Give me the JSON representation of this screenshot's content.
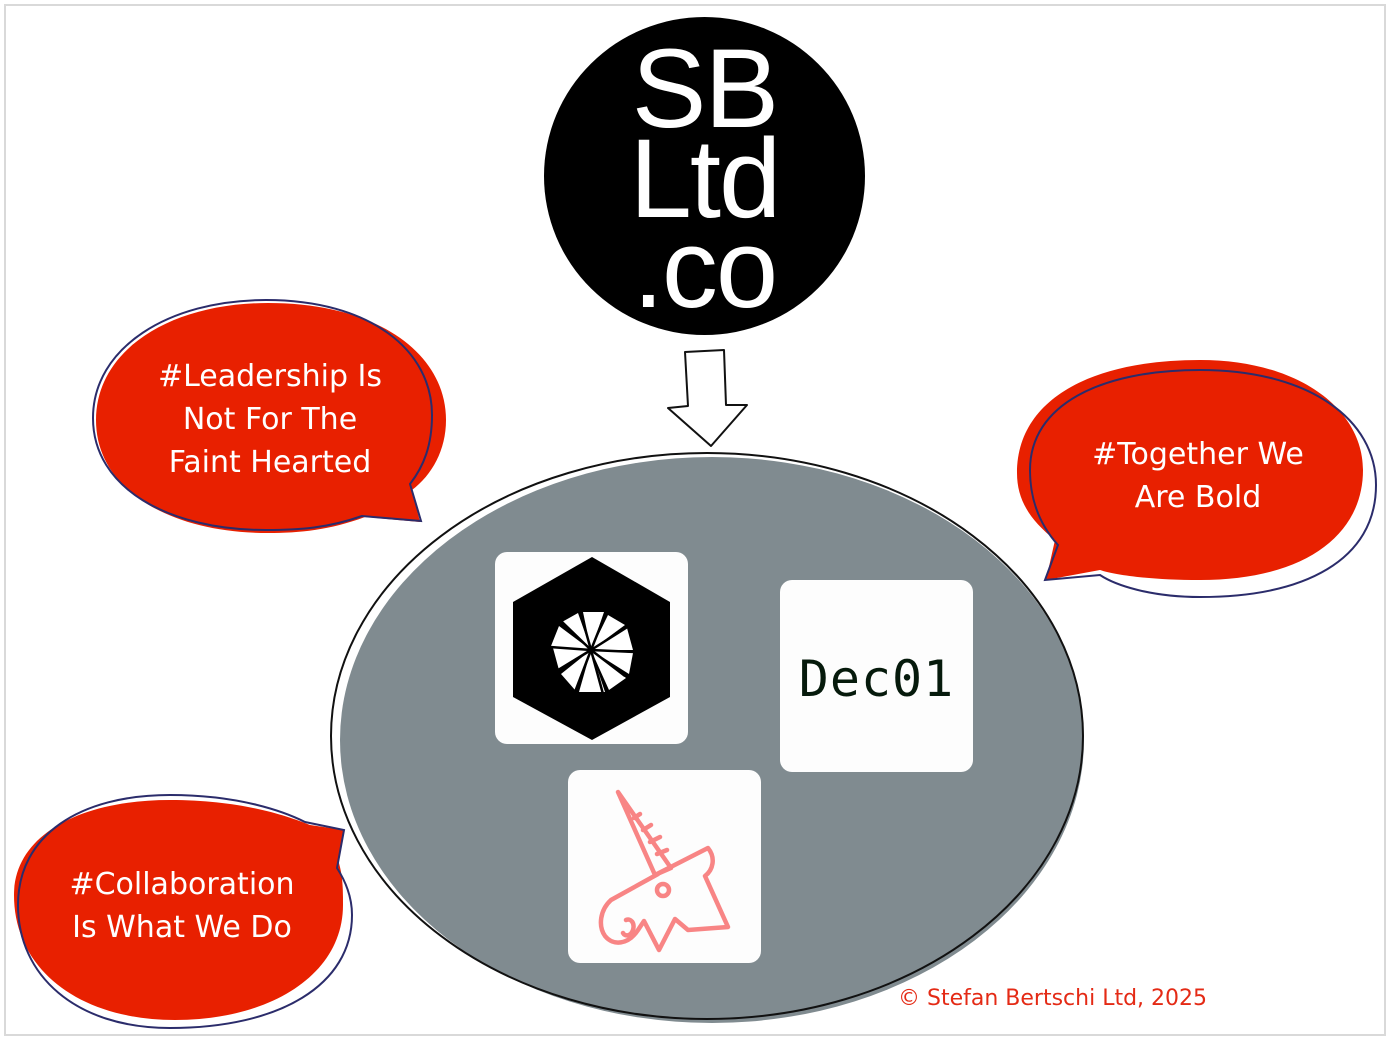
{
  "logo": {
    "lines": [
      "SB",
      "Ltd",
      ".co"
    ],
    "background": "#000000",
    "text_color": "#ffffff"
  },
  "arrow": {
    "icon": "down-arrow-icon",
    "direction": "down"
  },
  "hub": {
    "fill": "#808b90",
    "outline": "#111111",
    "cards": [
      {
        "name": "hexagon-pinwheel-logo",
        "icon": "hexagon-pinwheel-icon"
      },
      {
        "name": "dec01-logo",
        "label": "Dec01"
      },
      {
        "name": "unicorn-logo",
        "icon": "unicorn-icon",
        "color": "#f88585"
      }
    ]
  },
  "bubbles": [
    {
      "id": "leadership",
      "lines": [
        "#Leadership Is",
        "Not For The",
        "Faint Hearted"
      ]
    },
    {
      "id": "together",
      "lines": [
        "#Together We",
        "Are Bold"
      ]
    },
    {
      "id": "collaboration",
      "lines": [
        "#Collaboration",
        "Is What We Do"
      ]
    }
  ],
  "bubble_colors": {
    "fill": "#e82000",
    "outline": "#2b2c6b",
    "text": "#ffffff"
  },
  "footer": {
    "copyright": "© Stefan Bertschi Ltd, 2025",
    "color": "#e42a15"
  }
}
